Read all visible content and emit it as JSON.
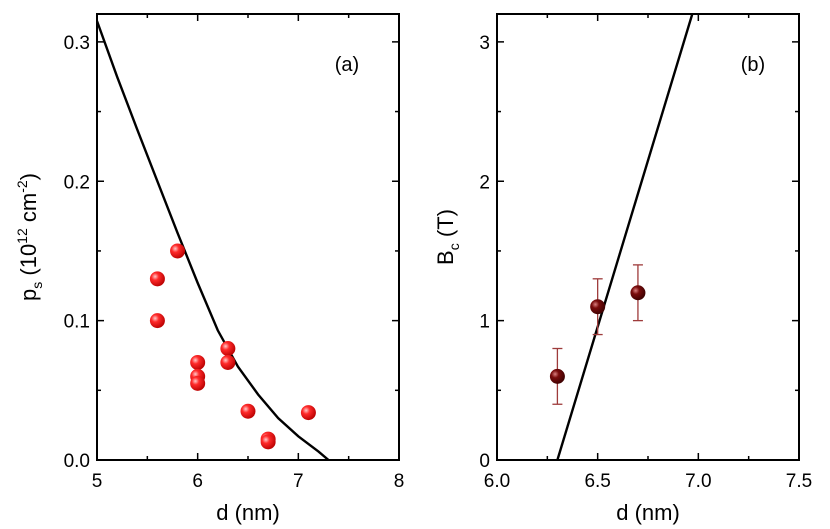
{
  "chart_data": [
    {
      "type": "scatter",
      "panel_label": "(a)",
      "xlabel": "d (nm)",
      "ylabel": {
        "main": "p",
        "sub": "s",
        "rest": " (10",
        "sup1": "12",
        "mid": " cm",
        "sup2": "-2",
        "end": ")"
      },
      "xlim": [
        5,
        8
      ],
      "ylim": [
        0,
        0.32
      ],
      "xticks": [
        5,
        6,
        7,
        8
      ],
      "xtick_labels": [
        "5",
        "6",
        "7",
        "8"
      ],
      "yticks": [
        0,
        0.1,
        0.2,
        0.3
      ],
      "ytick_labels": [
        "0.0",
        "0.1",
        "0.2",
        "0.3"
      ],
      "marker_color": "#e8151b",
      "points": [
        {
          "x": 5.6,
          "y": 0.13
        },
        {
          "x": 5.6,
          "y": 0.1
        },
        {
          "x": 5.8,
          "y": 0.15
        },
        {
          "x": 6.0,
          "y": 0.07
        },
        {
          "x": 6.0,
          "y": 0.06
        },
        {
          "x": 6.0,
          "y": 0.055
        },
        {
          "x": 6.3,
          "y": 0.08
        },
        {
          "x": 6.3,
          "y": 0.07
        },
        {
          "x": 6.5,
          "y": 0.035
        },
        {
          "x": 6.7,
          "y": 0.015
        },
        {
          "x": 6.7,
          "y": 0.013
        },
        {
          "x": 7.1,
          "y": 0.034
        }
      ],
      "fit_curve": [
        {
          "x": 5.0,
          "y": 0.315
        },
        {
          "x": 5.2,
          "y": 0.275
        },
        {
          "x": 5.4,
          "y": 0.237
        },
        {
          "x": 5.6,
          "y": 0.2
        },
        {
          "x": 5.8,
          "y": 0.163
        },
        {
          "x": 6.0,
          "y": 0.127
        },
        {
          "x": 6.2,
          "y": 0.093
        },
        {
          "x": 6.4,
          "y": 0.067
        },
        {
          "x": 6.6,
          "y": 0.047
        },
        {
          "x": 6.8,
          "y": 0.03
        },
        {
          "x": 7.0,
          "y": 0.017
        },
        {
          "x": 7.2,
          "y": 0.006
        },
        {
          "x": 7.3,
          "y": 0.0
        }
      ]
    },
    {
      "type": "scatter",
      "panel_label": "(b)",
      "xlabel": "d (nm)",
      "ylabel": {
        "main": "B",
        "sub": "c",
        "rest": " (T)"
      },
      "xlim": [
        6.0,
        7.5
      ],
      "ylim": [
        0,
        3.2
      ],
      "xticks": [
        6.0,
        6.5,
        7.0,
        7.5
      ],
      "xtick_labels": [
        "6.0",
        "6.5",
        "7.0",
        "7.5"
      ],
      "yticks": [
        0,
        1,
        2,
        3
      ],
      "ytick_labels": [
        "0",
        "1",
        "2",
        "3"
      ],
      "marker_color": "#8b0a0a",
      "error_color": "#9e3b3b",
      "points": [
        {
          "x": 6.3,
          "y": 0.6,
          "err": 0.2
        },
        {
          "x": 6.5,
          "y": 1.1,
          "err": 0.2
        },
        {
          "x": 6.7,
          "y": 1.2,
          "err": 0.2
        }
      ],
      "fit_curve": [
        {
          "x": 6.3,
          "y": 0.0
        },
        {
          "x": 6.97,
          "y": 3.2
        }
      ]
    }
  ]
}
